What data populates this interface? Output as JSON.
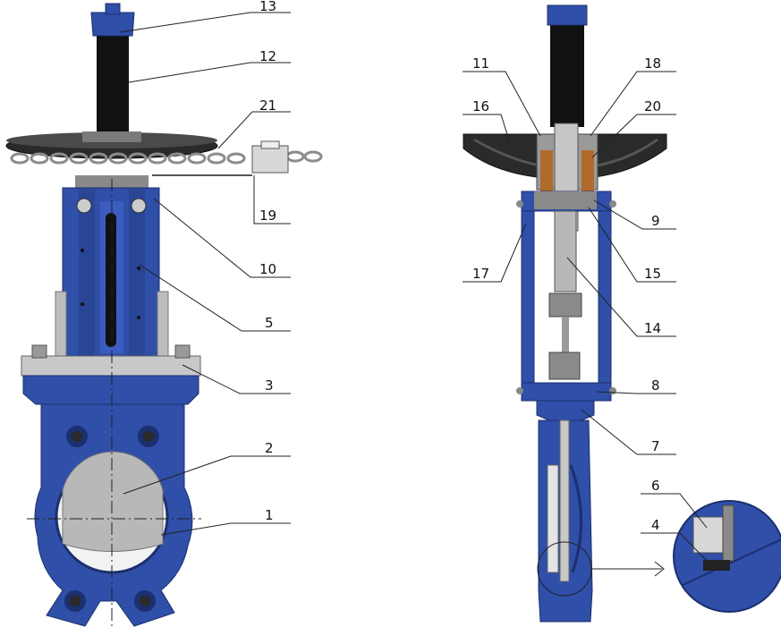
{
  "colors": {
    "body_blue": "#2f4fa8",
    "dark_blue": "#1c2f6e",
    "steel_grey": "#b8b8b8",
    "dark_steel": "#6f6f6f",
    "stem_black": "#111111",
    "bronze": "#b06a2a"
  },
  "callouts": {
    "c1": "1",
    "c2": "2",
    "c3": "3",
    "c4": "4",
    "c5": "5",
    "c6": "6",
    "c7": "7",
    "c8": "8",
    "c9": "9",
    "c10": "10",
    "c11": "11",
    "c12": "12",
    "c13": "13",
    "c14": "14",
    "c15": "15",
    "c16": "16",
    "c17": "17",
    "c18": "18",
    "c19": "19",
    "c20": "20",
    "c21": "21"
  }
}
